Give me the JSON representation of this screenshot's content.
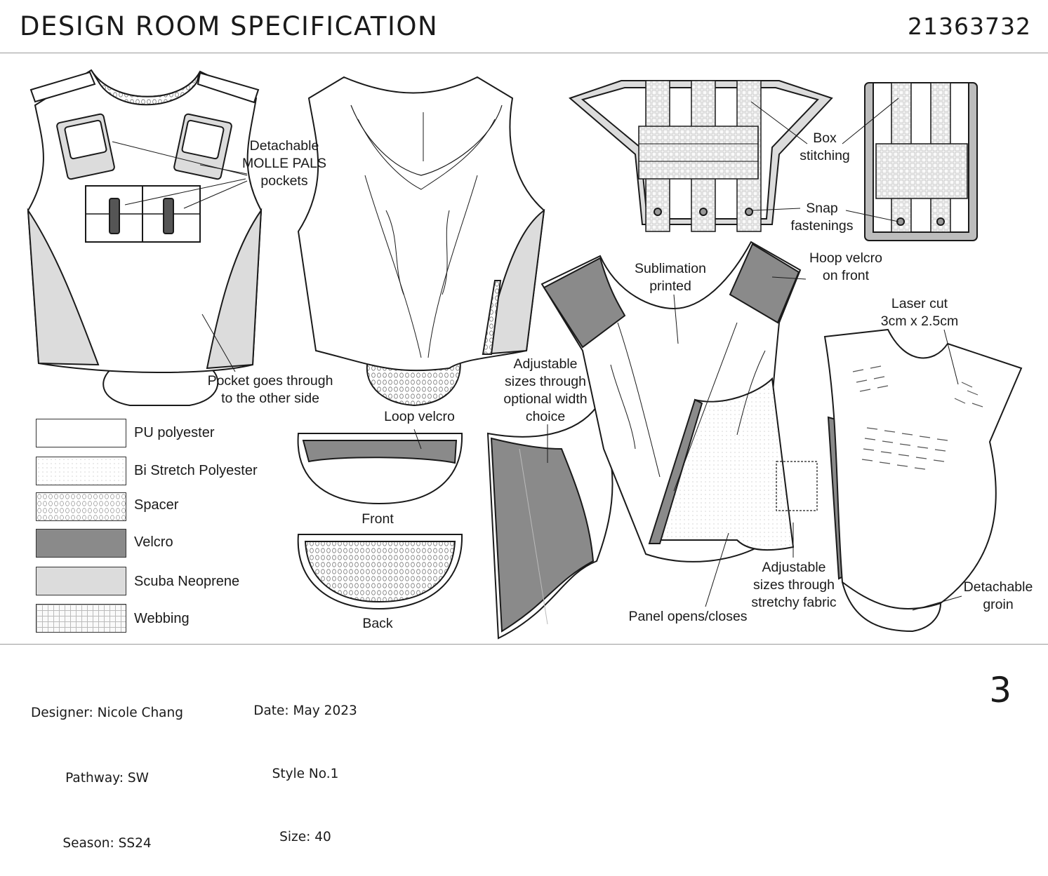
{
  "header": {
    "title": "DESIGN ROOM SPECIFICATION",
    "code": "21363732"
  },
  "callouts": {
    "molle": "Detachable\nMOLLE PALS\npockets",
    "pocket": "Pocket goes through\nto the other side",
    "box": "Box\nstitching",
    "snap": "Snap\nfastenings",
    "sublimation": "Sublimation\nprinted",
    "hoop": "Hoop velcro\non front",
    "laser": "Laser cut\n3cm x 2.5cm",
    "adjustable_width": "Adjustable\nsizes through\noptional width\nchoice",
    "loop": "Loop velcro",
    "front": "Front",
    "back": "Back",
    "panel": "Panel opens/closes",
    "adjustable_stretch": "Adjustable\nsizes through\nstretchy fabric",
    "groin": "Detachable\ngroin"
  },
  "legend": [
    {
      "label": "PU polyester",
      "pattern": "plain"
    },
    {
      "label": "Bi Stretch Polyester",
      "pattern": "dots"
    },
    {
      "label": "Spacer",
      "pattern": "spacer"
    },
    {
      "label": "Velcro",
      "pattern": "velcro"
    },
    {
      "label": "Scuba Neoprene",
      "pattern": "neoprene"
    },
    {
      "label": "Webbing",
      "pattern": "webbing"
    }
  ],
  "footer": {
    "designer": "Designer: Nicole Chang",
    "pathway": "Pathway: SW",
    "season": "Season: SS24",
    "date": "Date: May 2023",
    "style": "Style No.1",
    "size": "Size: 40",
    "page": "3"
  },
  "colors": {
    "velcro": "#8a8a8a",
    "neoprene": "#dcdcdc",
    "outline": "#1a1a1a"
  }
}
